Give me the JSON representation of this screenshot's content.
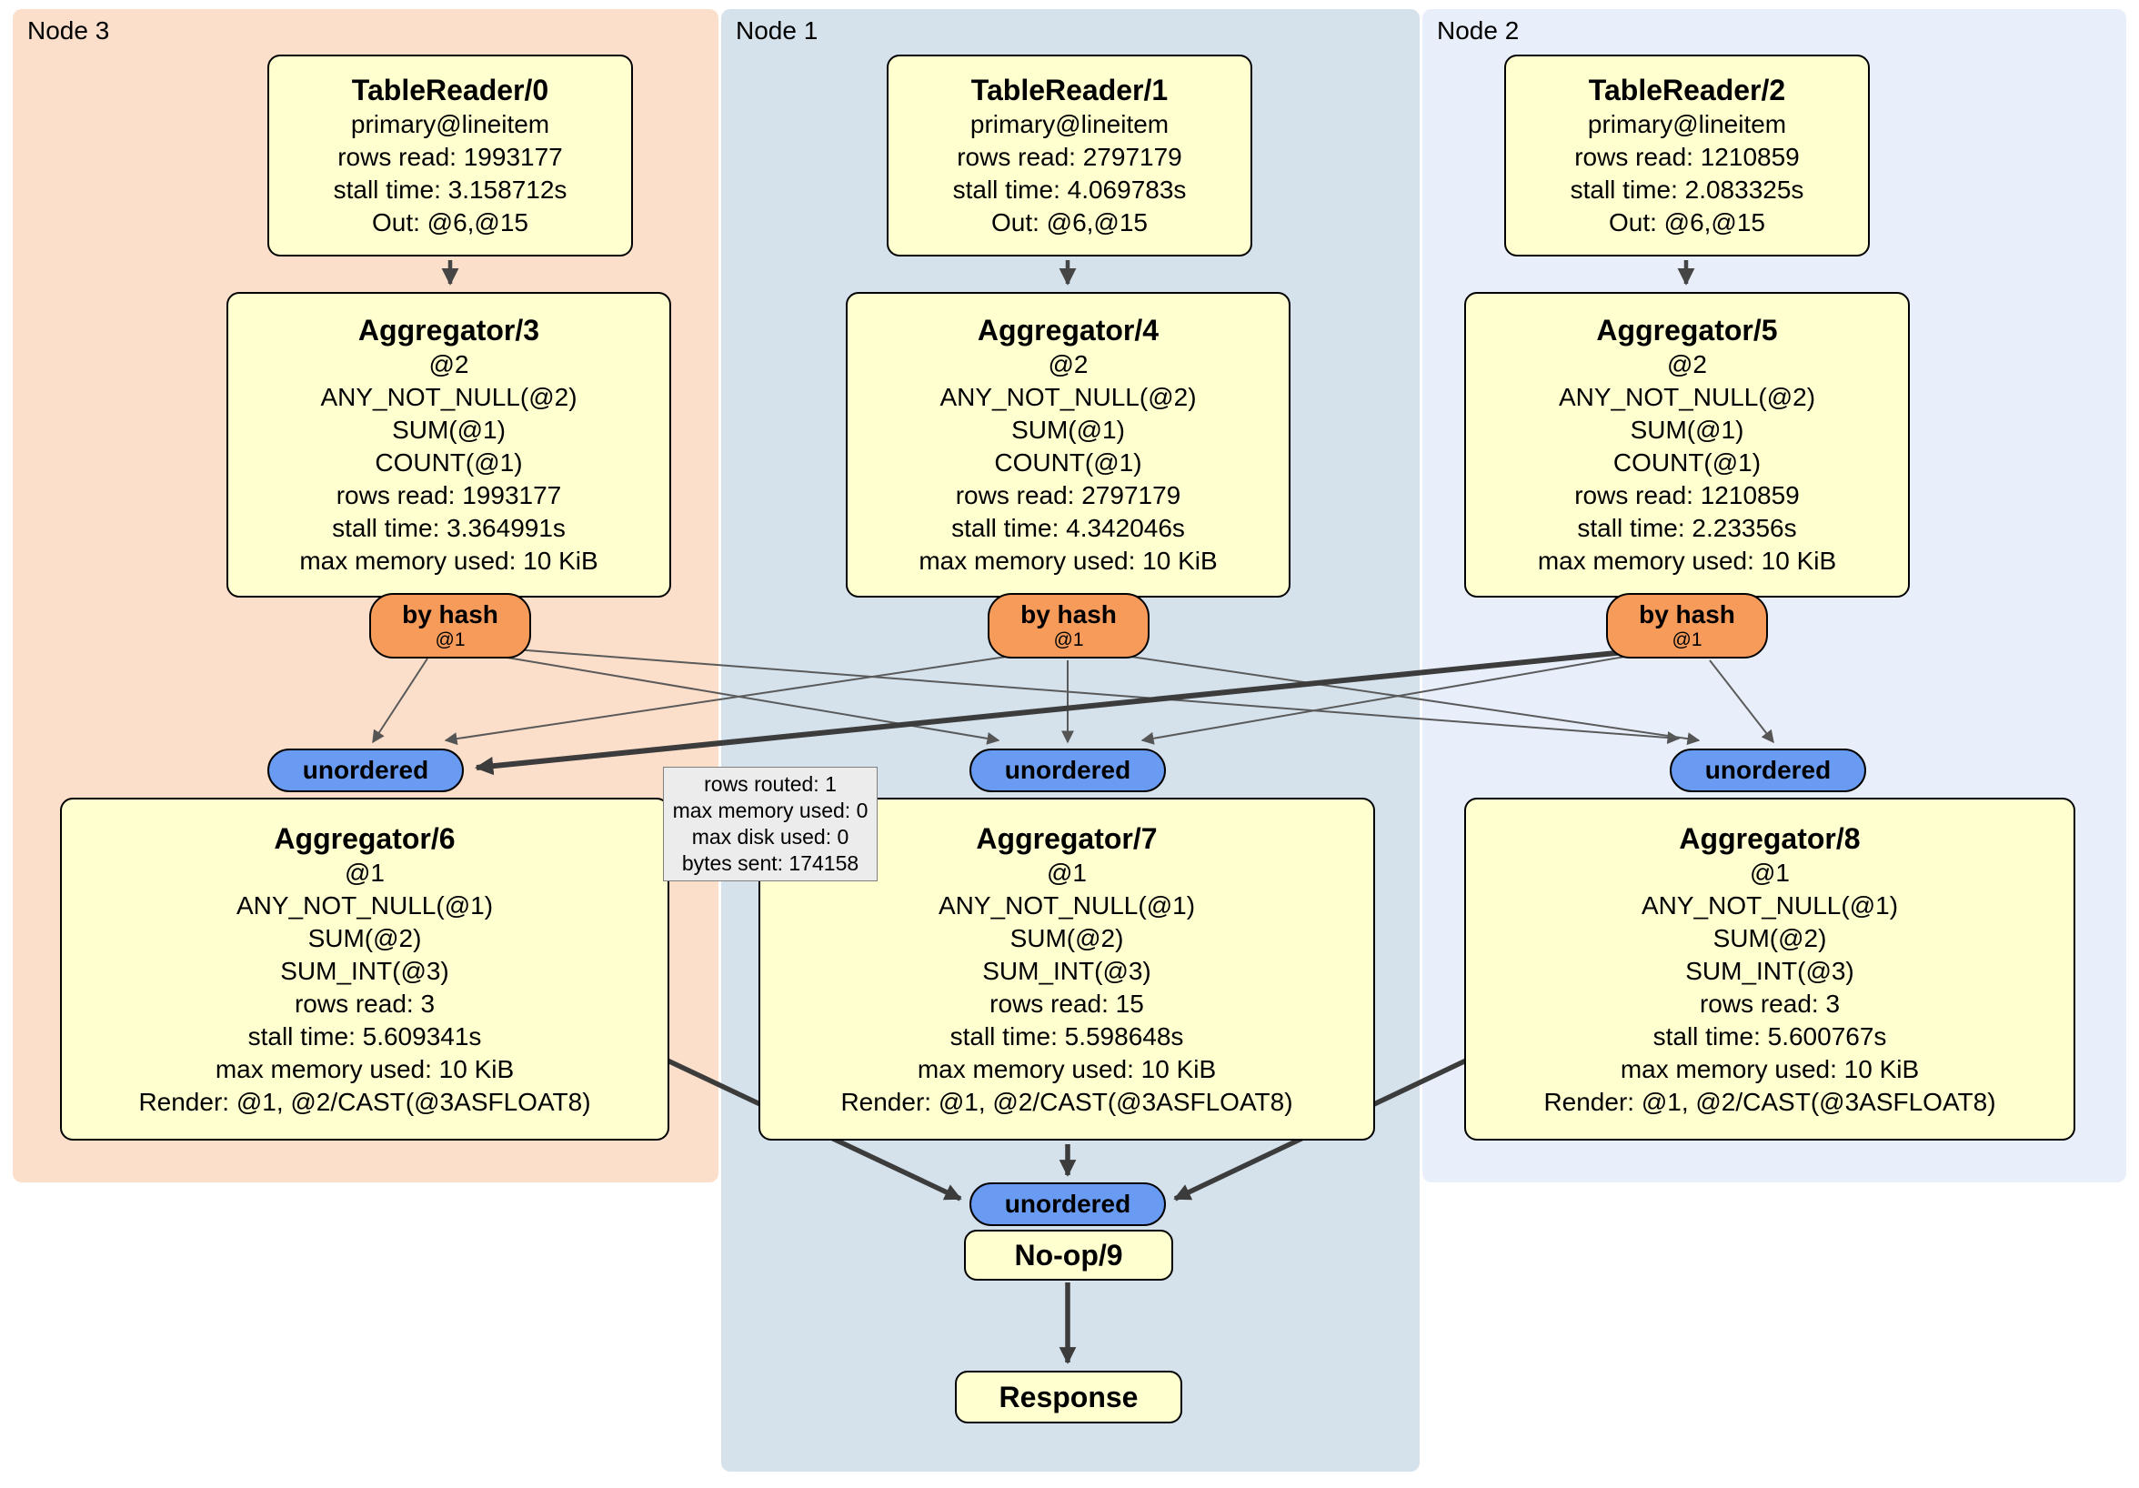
{
  "panels": [
    {
      "label": "Node 3"
    },
    {
      "label": "Node 1"
    },
    {
      "label": "Node 2"
    }
  ],
  "processors": {
    "tr0": {
      "title": "TableReader/0",
      "lines": [
        "primary@lineitem",
        "rows read: 1993177",
        "stall time: 3.158712s",
        "Out: @6,@15"
      ]
    },
    "tr1": {
      "title": "TableReader/1",
      "lines": [
        "primary@lineitem",
        "rows read: 2797179",
        "stall time: 4.069783s",
        "Out: @6,@15"
      ]
    },
    "tr2": {
      "title": "TableReader/2",
      "lines": [
        "primary@lineitem",
        "rows read: 1210859",
        "stall time: 2.083325s",
        "Out: @6,@15"
      ]
    },
    "ag3": {
      "title": "Aggregator/3",
      "lines": [
        "@2",
        "ANY_NOT_NULL(@2)",
        "SUM(@1)",
        "COUNT(@1)",
        "rows read: 1993177",
        "stall time: 3.364991s",
        "max memory used: 10 KiB"
      ]
    },
    "ag4": {
      "title": "Aggregator/4",
      "lines": [
        "@2",
        "ANY_NOT_NULL(@2)",
        "SUM(@1)",
        "COUNT(@1)",
        "rows read: 2797179",
        "stall time: 4.342046s",
        "max memory used: 10 KiB"
      ]
    },
    "ag5": {
      "title": "Aggregator/5",
      "lines": [
        "@2",
        "ANY_NOT_NULL(@2)",
        "SUM(@1)",
        "COUNT(@1)",
        "rows read: 1210859",
        "stall time: 2.23356s",
        "max memory used: 10 KiB"
      ]
    },
    "ag6": {
      "title": "Aggregator/6",
      "lines": [
        "@1",
        "ANY_NOT_NULL(@1)",
        "SUM(@2)",
        "SUM_INT(@3)",
        "rows read: 3",
        "stall time: 5.609341s",
        "max memory used: 10 KiB",
        "Render: @1, @2/CAST(@3ASFLOAT8)"
      ]
    },
    "ag7": {
      "title": "Aggregator/7",
      "lines": [
        "@1",
        "ANY_NOT_NULL(@1)",
        "SUM(@2)",
        "SUM_INT(@3)",
        "rows read: 15",
        "stall time: 5.598648s",
        "max memory used: 10 KiB",
        "Render: @1, @2/CAST(@3ASFLOAT8)"
      ]
    },
    "ag8": {
      "title": "Aggregator/8",
      "lines": [
        "@1",
        "ANY_NOT_NULL(@1)",
        "SUM(@2)",
        "SUM_INT(@3)",
        "rows read: 3",
        "stall time: 5.600767s",
        "max memory used: 10 KiB",
        "Render: @1, @2/CAST(@3ASFLOAT8)"
      ]
    },
    "noop": {
      "title": "No-op/9"
    },
    "response": {
      "title": "Response"
    }
  },
  "router": {
    "label": "by hash",
    "sub": "@1"
  },
  "sync": {
    "label": "unordered"
  },
  "tooltip": {
    "lines": [
      "rows routed: 1",
      "max memory used: 0",
      "max disk used: 0",
      "bytes sent: 174158"
    ]
  },
  "colors": {
    "processor_fill": "#ffffd0",
    "router_fill": "#f79b5b",
    "sync_fill": "#699bf2",
    "node3_bg": "#fcdfca",
    "node1_bg": "#d5e2ec",
    "node2_bg": "#e9effa",
    "tooltip_bg": "#ececec",
    "edge": "#444444"
  }
}
